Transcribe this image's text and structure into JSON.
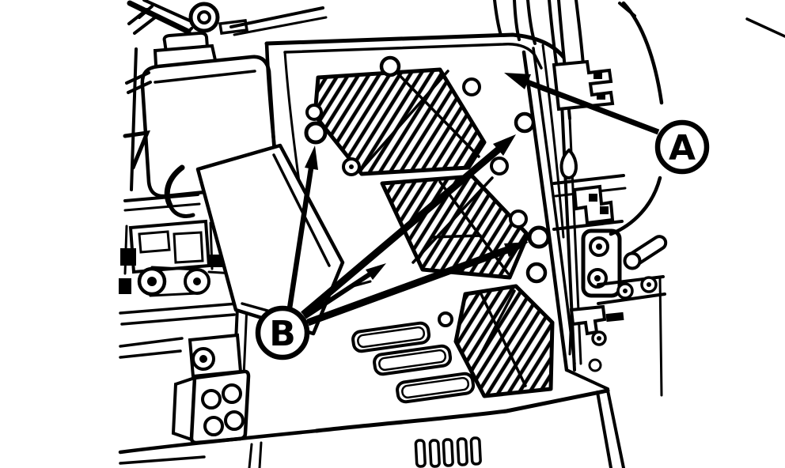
{
  "figure": {
    "description": "Black-and-white service-manual line drawing of a machine engine side access panel with three hatched vent grilles, louver slots, mounting screw holes, hinge hardware on the right frame post, and reservoir/engine machinery on the left.",
    "background_color": "#ffffff",
    "line_color": "#000000",
    "callout_a": {
      "label": "A",
      "refers_to": "side access panel",
      "arrow_count": 1
    },
    "callout_b": {
      "label": "B",
      "refers_to": "panel mounting screws",
      "arrow_count": 4
    },
    "counts": {
      "hatched_vent_grilles": 3,
      "louver_slots": 3,
      "bottom_edge_slots": 5,
      "screw_holes_on_panel": 11
    }
  }
}
